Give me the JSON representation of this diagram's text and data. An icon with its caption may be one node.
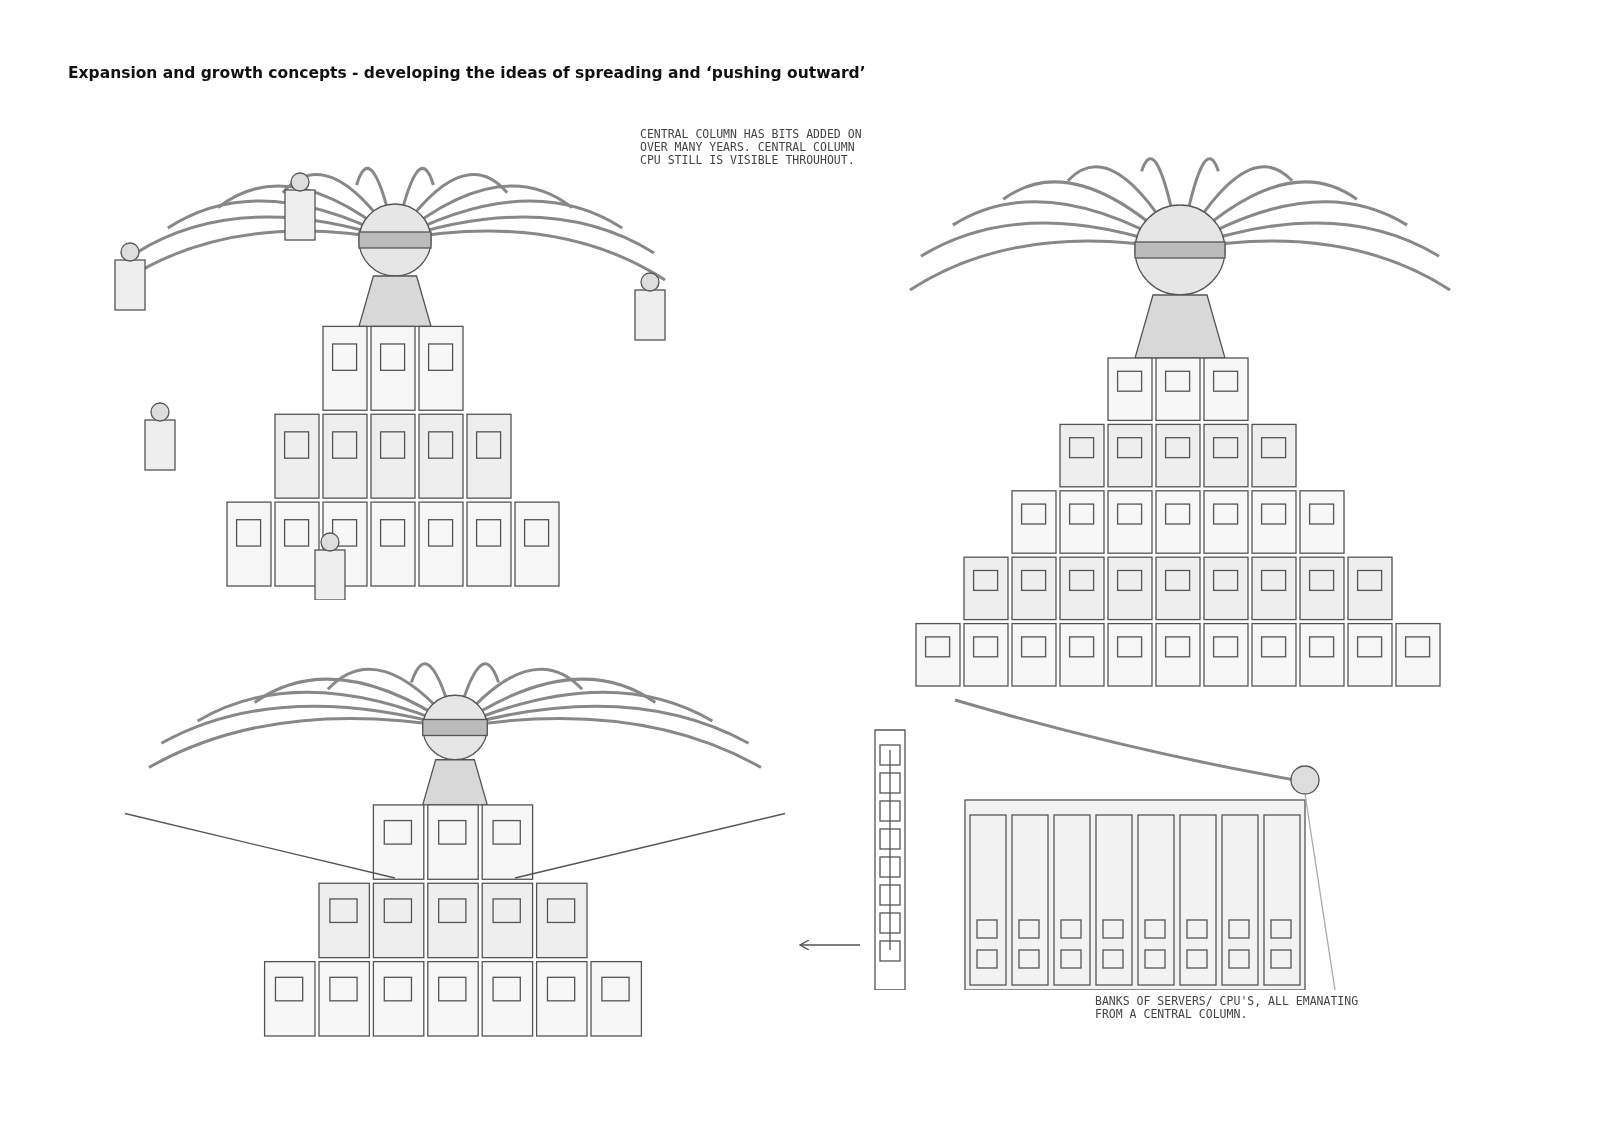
{
  "diagram": {
    "title": "Expansion and growth concepts - developing the ideas of spreading and ‘pushing outward’",
    "nodes": [
      {
        "text": [],
        "shape": "picture"
      },
      {
        "text": [],
        "shape": "picture"
      },
      {
        "text": [],
        "shape": "picture"
      },
      {
        "text": [],
        "shape": "picture"
      }
    ],
    "edges": [
      {
        "from": 3,
        "to": 2,
        "arrow": "to"
      }
    ],
    "labels": [
      "CENTRAL COLUMN HAS BITS ADDED ON OVER MANY YEARS. CENTRAL COLUMN CPU STILL IS VISIBLE THROUHOUT.",
      "BANKS OF SERVERS/ CPU'S, ALL EMANATING FROM A CENTRAL COLUMN."
    ]
  }
}
